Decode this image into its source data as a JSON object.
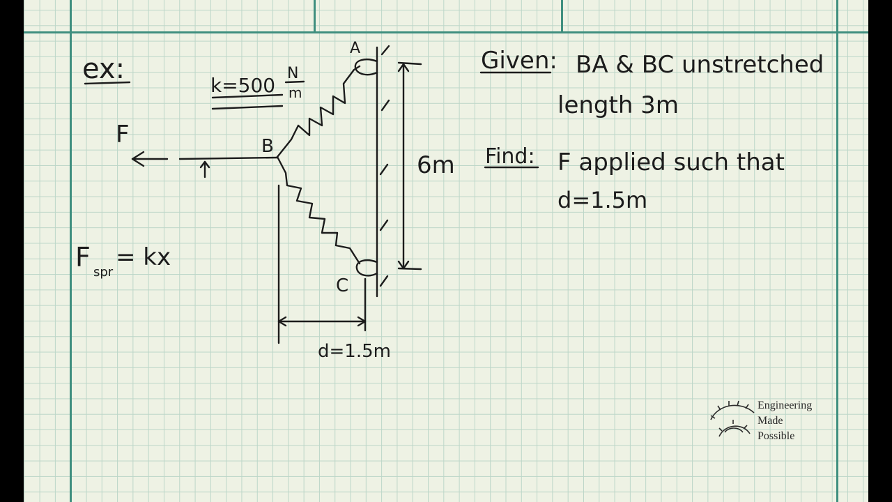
{
  "labels": {
    "ex": "ex:",
    "spring_const": "k=500",
    "spring_unit_num": "N",
    "spring_unit_den": "m",
    "node_a": "A",
    "node_b": "B",
    "node_c": "C",
    "force": "F",
    "height_dim": "6m",
    "d_dim": "d=1.5m",
    "formula_main": "F",
    "formula_sub": "spr",
    "formula_rest": "= kx"
  },
  "given": {
    "heading": "Given:",
    "line1": "BA & BC unstretched",
    "line2": "length 3m"
  },
  "find": {
    "heading": "Find:",
    "line1": "F applied such that",
    "line2": "d=1.5m"
  },
  "logo": {
    "line1": "Engineering",
    "line2": "Made",
    "line3": "Possible"
  }
}
